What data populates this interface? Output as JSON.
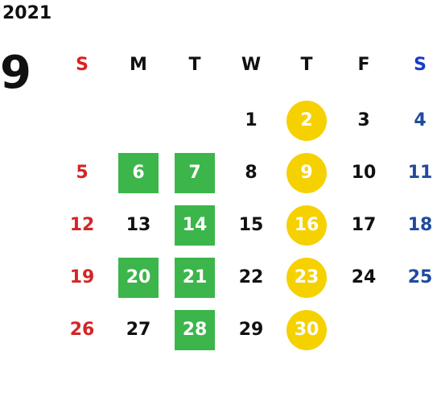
{
  "year": "2021",
  "month": "9",
  "weekdays": [
    "S",
    "M",
    "T",
    "W",
    "T",
    "F",
    "S"
  ],
  "weeks": [
    [
      null,
      null,
      null,
      {
        "day": "1"
      },
      {
        "day": "2",
        "mark": "gold"
      },
      {
        "day": "3"
      },
      {
        "day": "4"
      }
    ],
    [
      {
        "day": "5"
      },
      {
        "day": "6",
        "mark": "green"
      },
      {
        "day": "7",
        "mark": "green"
      },
      {
        "day": "8"
      },
      {
        "day": "9",
        "mark": "gold"
      },
      {
        "day": "10"
      },
      {
        "day": "11"
      }
    ],
    [
      {
        "day": "12"
      },
      {
        "day": "13"
      },
      {
        "day": "14",
        "mark": "green"
      },
      {
        "day": "15"
      },
      {
        "day": "16",
        "mark": "gold"
      },
      {
        "day": "17"
      },
      {
        "day": "18"
      }
    ],
    [
      {
        "day": "19"
      },
      {
        "day": "20",
        "mark": "green"
      },
      {
        "day": "21",
        "mark": "green"
      },
      {
        "day": "22"
      },
      {
        "day": "23",
        "mark": "gold"
      },
      {
        "day": "24"
      },
      {
        "day": "25"
      }
    ],
    [
      {
        "day": "26"
      },
      {
        "day": "27"
      },
      {
        "day": "28",
        "mark": "green"
      },
      {
        "day": "29"
      },
      {
        "day": "30",
        "mark": "gold"
      },
      null,
      null
    ]
  ],
  "colors": {
    "sunday": "#d42525",
    "saturday": "#1f4aa0",
    "green_mark": "#3cb54a",
    "gold_mark": "#f6d100"
  }
}
